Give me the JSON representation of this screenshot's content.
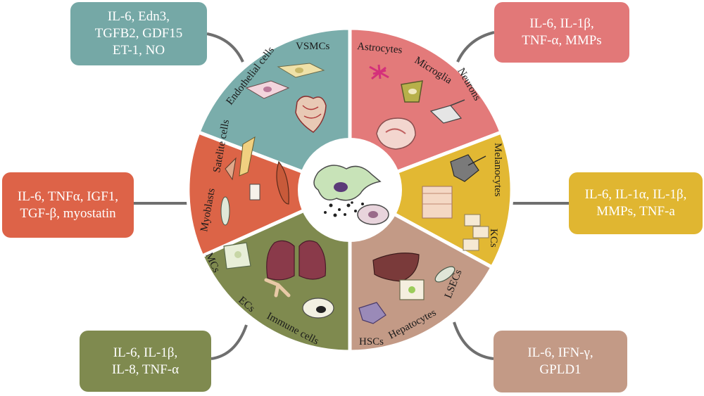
{
  "segments": {
    "cardio": {
      "color": "#7aadab",
      "labels": {
        "endothelial": "Endothelial cells",
        "vsmc": "VSMCs"
      }
    },
    "brain": {
      "color": "#e37a7a",
      "labels": {
        "astrocytes": "Astrocytes",
        "microglia": "Microglia",
        "neurons": "Neurons"
      }
    },
    "skin": {
      "color": "#e2b833",
      "labels": {
        "melanocytes": "Melanocytes",
        "kcs": "KCs"
      }
    },
    "liver": {
      "color": "#c39a86",
      "labels": {
        "lsecs": "LSECs",
        "hepatocytes": "Hepatocytes",
        "hscs": "HSCs"
      }
    },
    "lung": {
      "color": "#7f8a4f",
      "labels": {
        "immune": "Immune cells",
        "ecs": "ECs",
        "mcs": "MCs"
      }
    },
    "muscle": {
      "color": "#dc6447",
      "labels": {
        "satelite": "Satelite cells",
        "myoblasts": "Myoblasts"
      }
    }
  },
  "boxes": {
    "cardio": {
      "lines": [
        "IL-6, Edn3,",
        "TGFB2, GDF15",
        "ET-1, NO"
      ]
    },
    "brain": {
      "lines": [
        "IL-6, IL-1β,",
        "TNF-α, MMPs"
      ]
    },
    "muscle": {
      "lines": [
        "IL-6, TNFα, IGF1,",
        "TGF-β, myostatin"
      ]
    },
    "skin": {
      "lines": [
        "IL-6, IL-1α, IL-1β,",
        "MMPs, TNF-a"
      ]
    },
    "lung": {
      "lines": [
        "IL-6, IL-1β,",
        "IL-8, TNF-α"
      ]
    },
    "liver": {
      "lines": [
        "IL-6,  IFN-γ,",
        "GPLD1"
      ]
    }
  },
  "icons": [
    "heart-icon",
    "brain-icon",
    "skin-icon",
    "liver-icon",
    "lungs-icon",
    "muscle-icon",
    "senescent-cell-icon"
  ]
}
